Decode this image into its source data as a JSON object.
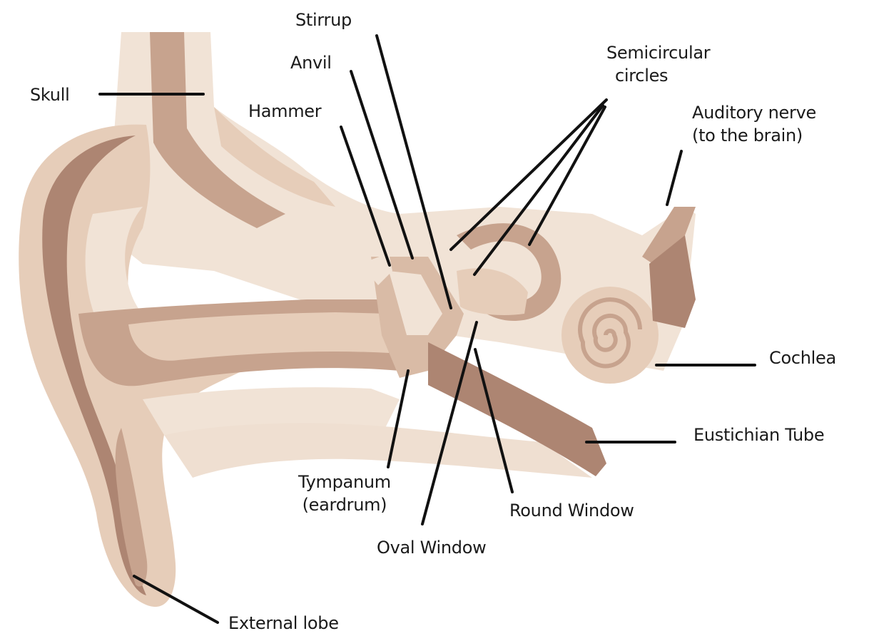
{
  "colors": {
    "background": "#ffffff",
    "tissue_light": "#f1e3d6",
    "tissue_mid": "#e6cdb9",
    "tissue_dark": "#c7a38e",
    "tissue_deep": "#ad8572",
    "leader_line": "#111111"
  },
  "labels": {
    "skull": "Skull",
    "stirrup": "Stirrup",
    "anvil": "Anvil",
    "hammer": "Hammer",
    "semicircular_1": "Semicircular",
    "semicircular_2": "circles",
    "auditory_1": "Auditory nerve",
    "auditory_2": "(to the brain)",
    "cochlea": "Cochlea",
    "eustichian": "Eustichian Tube",
    "tympanum_1": "Tympanum",
    "tympanum_2": "(eardrum)",
    "round_window": "Round Window",
    "oval_window": "Oval Window",
    "external_lobe": "External lobe"
  }
}
